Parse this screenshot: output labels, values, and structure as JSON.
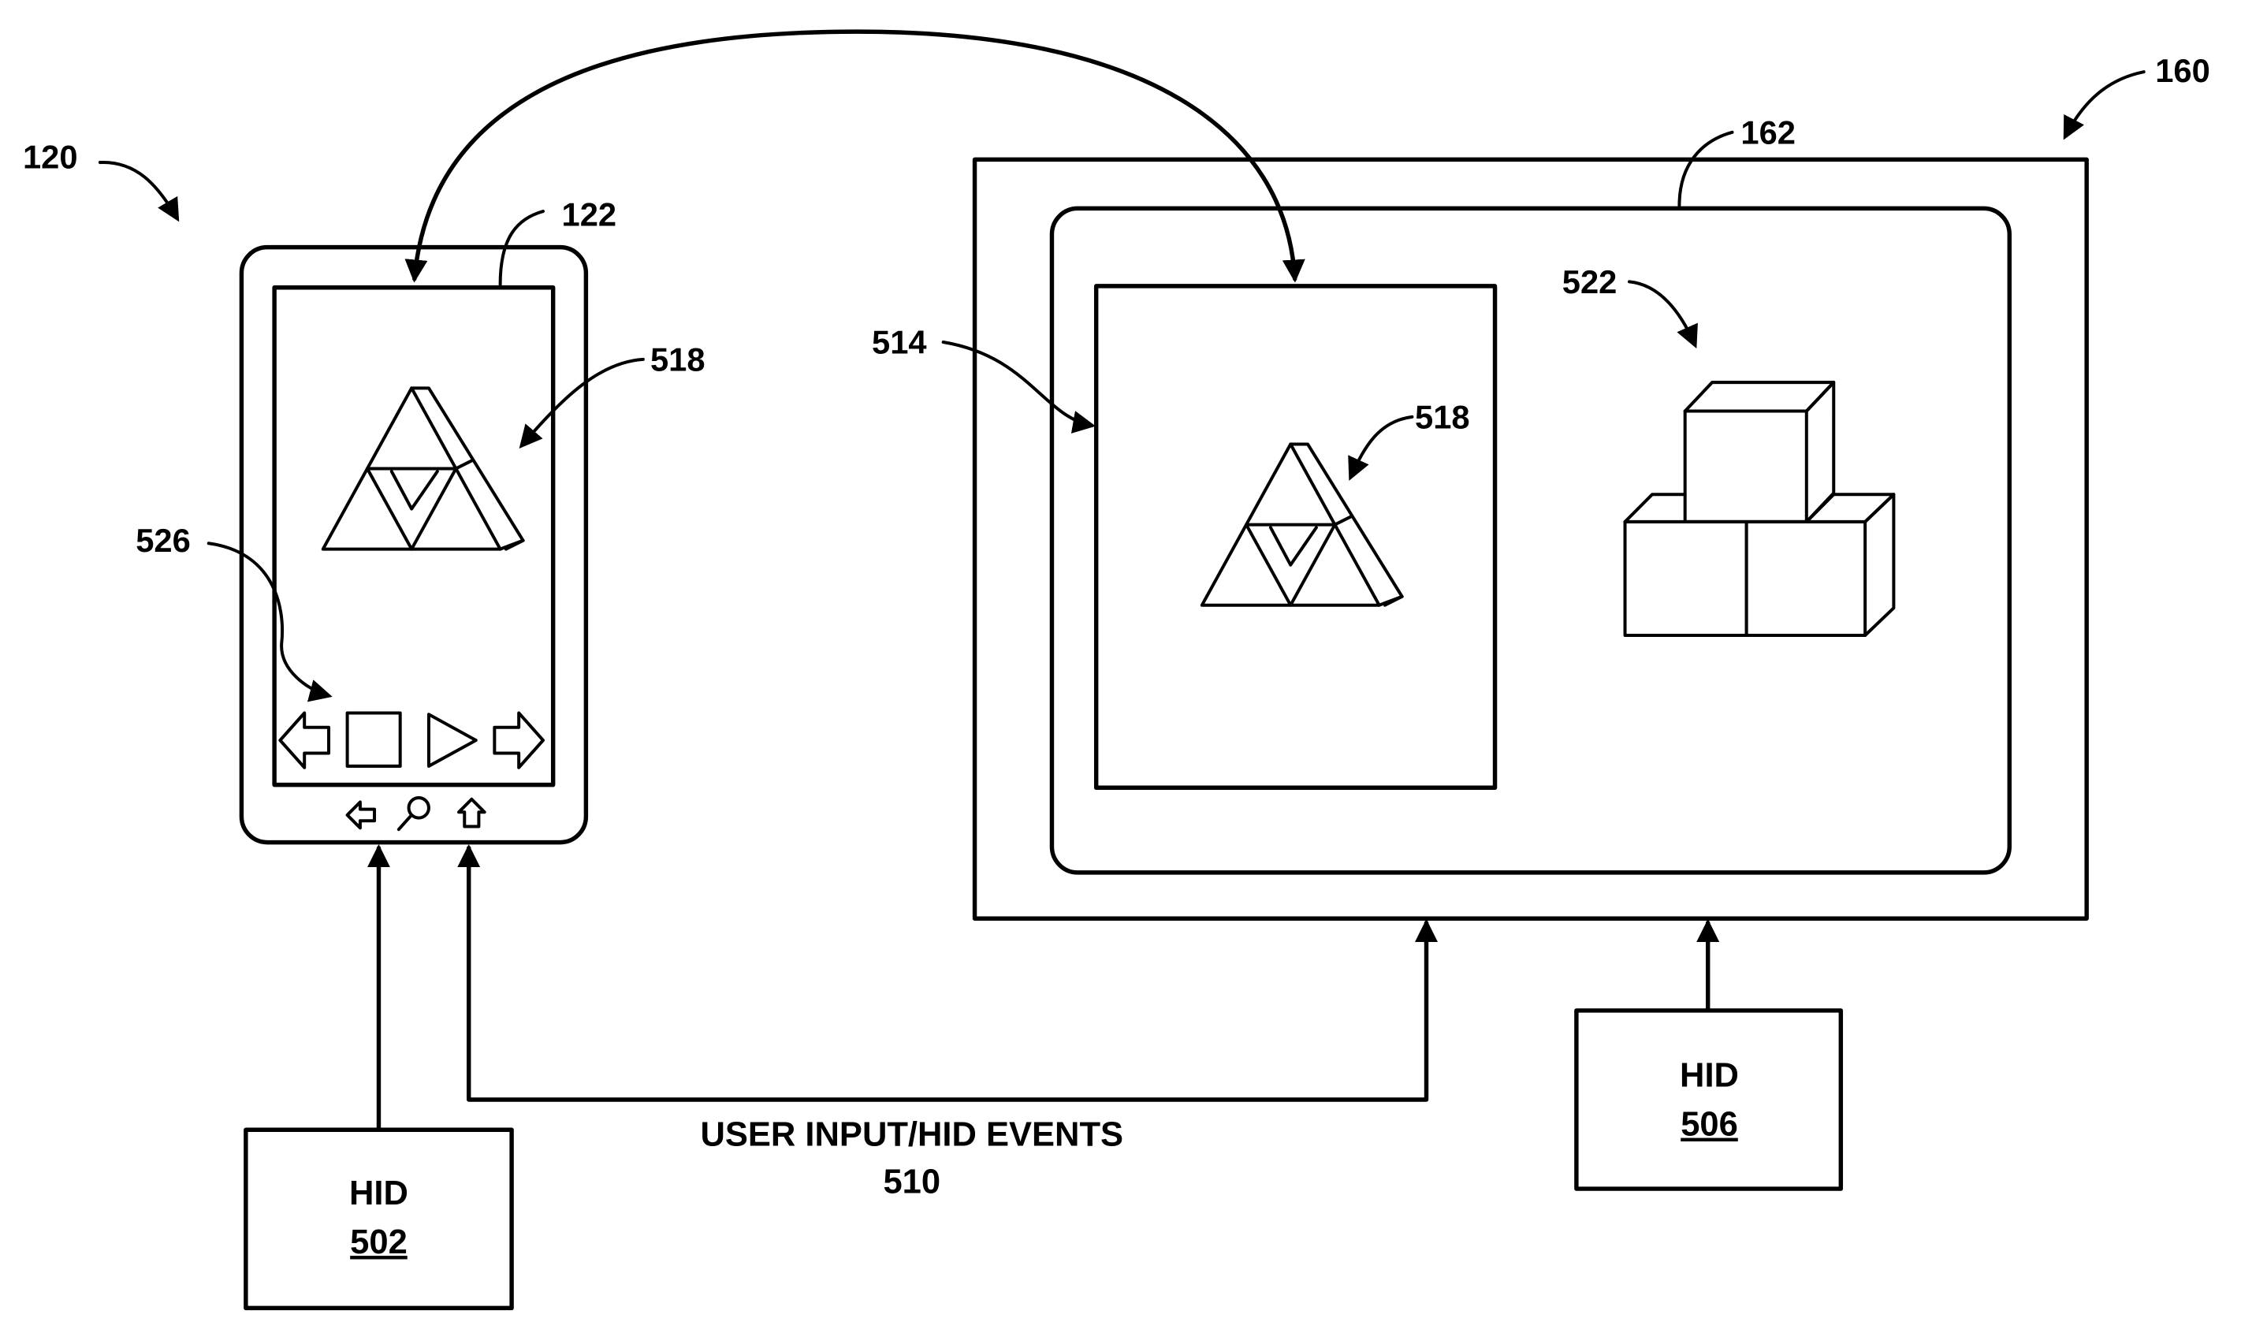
{
  "labels": {
    "phone_device": "120",
    "phone_screen": "122",
    "phone_app_content": "518",
    "phone_controls": "526",
    "display_device": "160",
    "display_screen": "162",
    "mirror_window": "514",
    "mirrored_content": "518",
    "native_content": "522"
  },
  "hid_left": {
    "title": "HID",
    "ref": "502"
  },
  "hid_right": {
    "title": "HID",
    "ref": "506"
  },
  "events_caption": {
    "line1": "USER INPUT/HID EVENTS",
    "line2": "510"
  },
  "phone_controls": [
    "back-arrow-icon",
    "stop-icon",
    "play-icon",
    "forward-arrow-icon"
  ],
  "phone_hardware_buttons": [
    "back-icon",
    "search-icon",
    "home-icon"
  ]
}
